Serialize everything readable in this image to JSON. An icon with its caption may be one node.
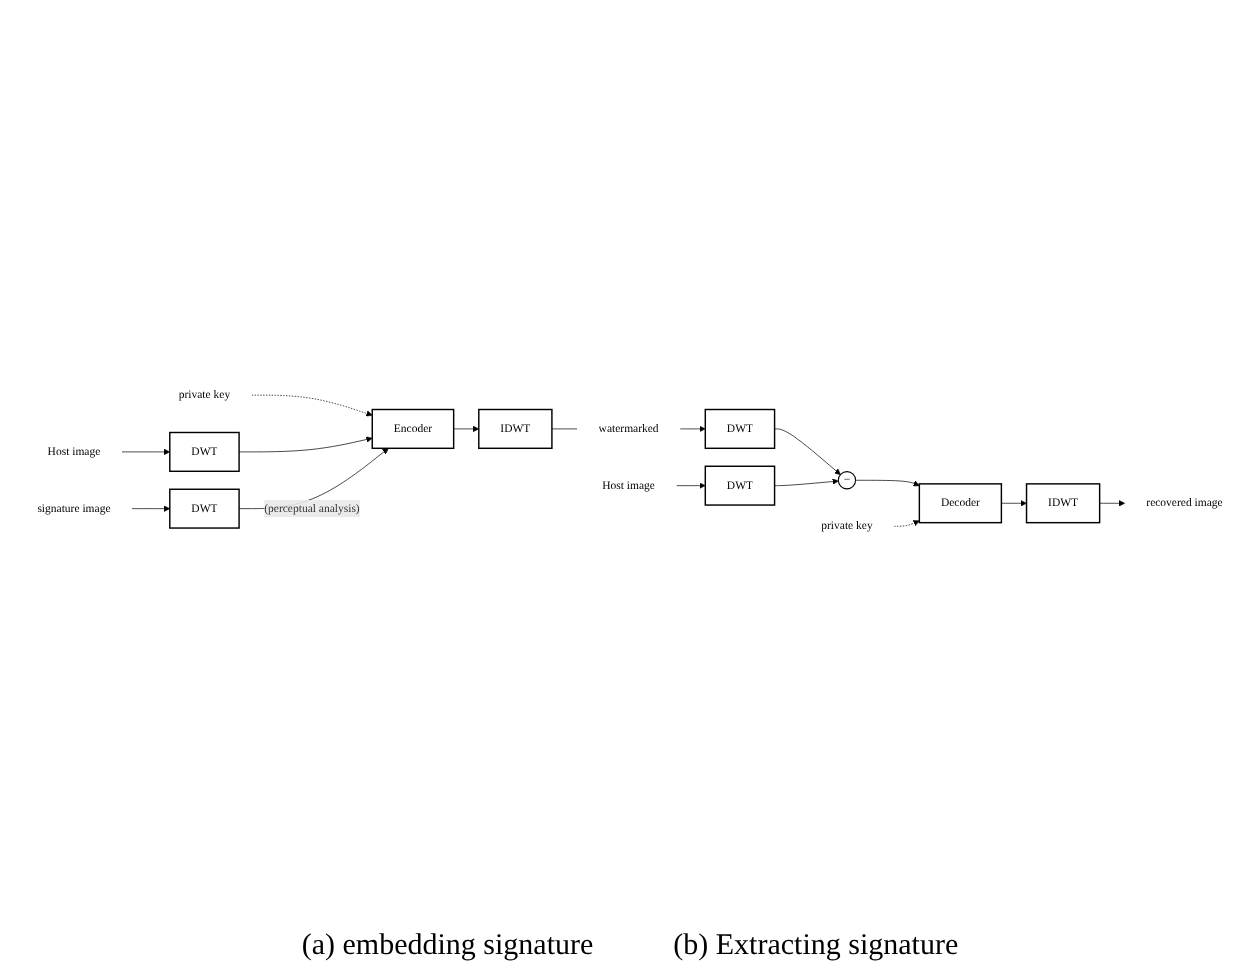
{
  "diagram": {
    "nodes": [
      {
        "text": [
          "private key"
        ]
      },
      {
        "text": [
          "Host image"
        ]
      },
      {
        "text": [
          "DWT"
        ]
      },
      {
        "text": [
          "Encoder"
        ]
      },
      {
        "text": [
          "IDWT"
        ]
      },
      {
        "text": [
          "DWT"
        ]
      },
      {
        "text": [
          "signature image"
        ]
      },
      {
        "text": [
          "watermarked"
        ]
      },
      {
        "text": [
          "private key"
        ]
      },
      {
        "text": [
          "recovered image"
        ]
      },
      {
        "text": [
          "IDWT"
        ]
      },
      {
        "text": [
          "Decoder"
        ]
      },
      {
        "text": [
          "−"
        ]
      },
      {
        "text": [
          "DWT"
        ]
      },
      {
        "text": [
          "DWT"
        ]
      },
      {
        "text": [
          "Host image"
        ]
      }
    ],
    "edges": [
      {
        "from": 0,
        "to": 3,
        "arrow": "to",
        "style": "dashed"
      },
      {
        "from": 1,
        "to": 2,
        "arrow": "to"
      },
      {
        "from": 2,
        "to": 3,
        "arrow": "to"
      },
      {
        "from": 3,
        "to": 4,
        "arrow": "to"
      },
      {
        "from": 4,
        "to": 7,
        "arrow": "none"
      },
      {
        "from": 6,
        "to": 5,
        "arrow": "to"
      },
      {
        "from": 5,
        "to": 3,
        "arrow": "to",
        "label": "(perceptual analysis)"
      },
      {
        "from": 7,
        "to": 13,
        "arrow": "to"
      },
      {
        "from": 13,
        "to": 12,
        "arrow": "to"
      },
      {
        "from": 12,
        "to": 11,
        "arrow": "to"
      },
      {
        "from": 11,
        "to": 10,
        "arrow": "to"
      },
      {
        "from": 10,
        "to": 9,
        "arrow": "to"
      },
      {
        "from": 8,
        "to": 11,
        "arrow": "to",
        "style": "dashed"
      },
      {
        "from": 15,
        "to": 14,
        "arrow": "to"
      },
      {
        "from": 14,
        "to": 12,
        "arrow": "to"
      }
    ],
    "labels": [
      "(a) embedding signature",
      "(b) Extracting signature"
    ]
  }
}
